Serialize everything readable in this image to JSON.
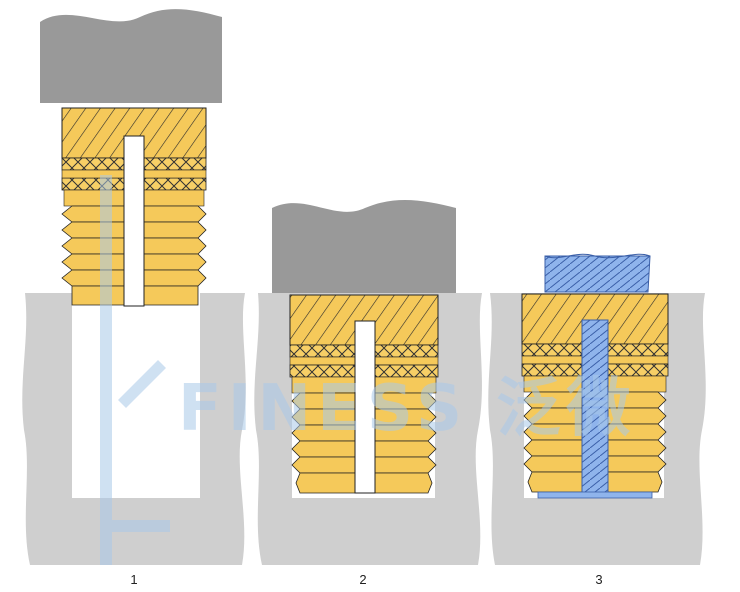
{
  "steps": [
    {
      "label": "1"
    },
    {
      "label": "2"
    },
    {
      "label": "3"
    }
  ],
  "colors": {
    "background": "#ffffff",
    "base_material": "#cfcfcf",
    "press_tool": "#999999",
    "insert_brass": "#f5c95a",
    "insert_outline": "#222222",
    "screw_blue": "#8fb4ec",
    "watermark": "#a9c9e9"
  },
  "icons": {
    "press_tool": "press-tool-icon",
    "insert": "threaded-insert-icon",
    "screw": "screw-icon",
    "watermark": "watermark-logo"
  },
  "watermark_text": "FINESS 泛微"
}
